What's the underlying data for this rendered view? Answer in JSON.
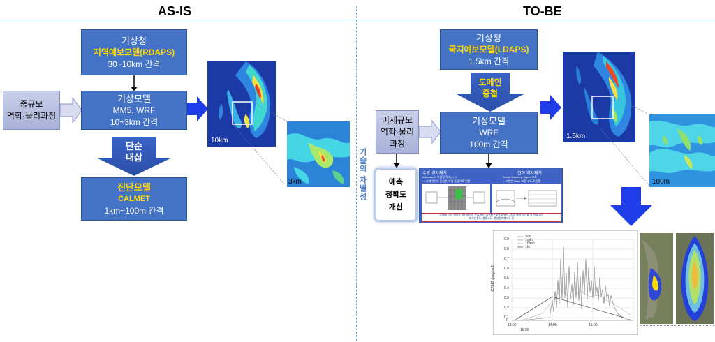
{
  "titles": {
    "asis": "AS-IS",
    "tobe": "TO-BE"
  },
  "asis": {
    "kma_box": {
      "l1": "기상청",
      "l2": "지역예보모델(RDAPS)",
      "l3": "30~10km 간격"
    },
    "meso_box": {
      "l1": "중규모",
      "l2": "역학·물리과정"
    },
    "met_box": {
      "l1": "기상모델",
      "l2": "MM5, WRF",
      "l3": "10~3km 간격"
    },
    "arrow_label": {
      "l1": "단순",
      "l2": "내삽"
    },
    "diag_box": {
      "l1": "진단모델",
      "l2": "CALMET",
      "l3": "1km~100m 간격"
    },
    "map_label": "10km",
    "zoom_label": "3km"
  },
  "tobe": {
    "kma_box": {
      "l1": "기상청",
      "l2": "국지예보모델(LDAPS)",
      "l3": "1.5km 간격"
    },
    "domain_arrow": {
      "l1": "도메인",
      "l2": "중첩"
    },
    "micro_box": {
      "l1": "미세규모",
      "l2": "역학·물리",
      "l3": "과정"
    },
    "met_box": {
      "l1": "기상모델",
      "l2": "WRF",
      "l3": "100m 간격"
    },
    "vertical_text": "기술의 차별성",
    "improve_box": {
      "l1": "예측",
      "l2": "정확도",
      "l3": "개선"
    },
    "grid_panel": {
      "h1": "수평 격자체계",
      "h2": "연직 격자체계",
      "s1": "Arakawa-C 엇갈림 격자(U, V",
      "s2": "Terrain-following Sigma 고도",
      "n1": "→ 상태변수와 동일한 격자 중심으로 변환",
      "n2": "→ 지형한 Base 고정 고도로 변환",
      "foot1": "(100m 이하 해상도 국지형변환 산출개발) 악취확산모델을 위한 3차원 바람장 산출 및 직접 입력",
      "foot2": "대기안정도, 혼합고도, 행성경계층고도 등"
    },
    "map_label": "1.5km",
    "zoom_label": "100m",
    "chart": {
      "ylabel": "C2H2 (mg/m3)",
      "legend": [
        "Stat",
        "1min",
        "10min",
        "1hr"
      ],
      "yticks": [
        "0.9",
        "0.8",
        "0.7",
        "0.6",
        "0.5",
        "0.4",
        "0.3",
        "0.2",
        "0.1",
        "0"
      ],
      "xticks": [
        "13:00",
        "14:00",
        "15:00"
      ],
      "xsub": "16:00"
    }
  },
  "colors": {
    "box": "#4472c4",
    "arrow": "#1f3de8",
    "highlight": "#ffd800",
    "line": "#6fa8c8"
  }
}
